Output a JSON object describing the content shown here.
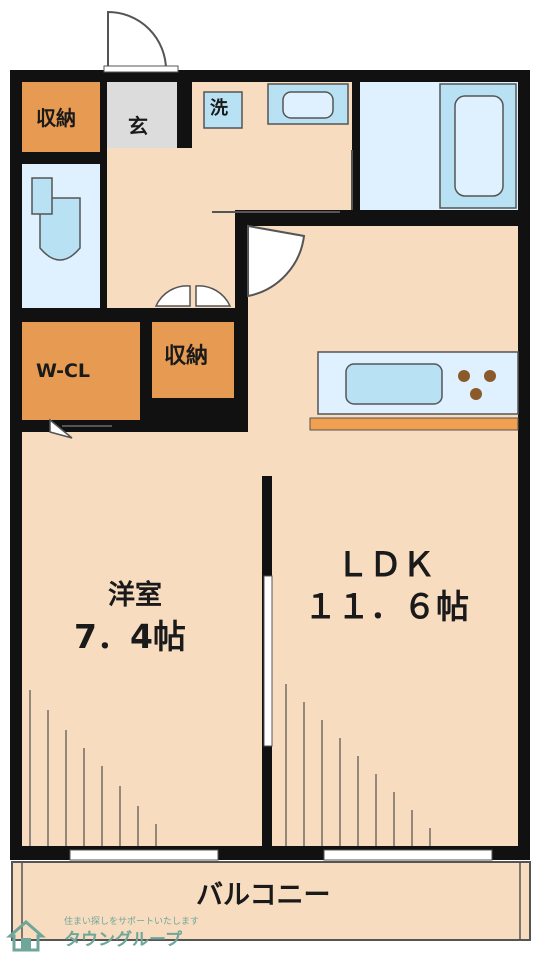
{
  "rooms": {
    "western": {
      "name": "洋室",
      "size": "7．4帖"
    },
    "ldk": {
      "name": "ＬＤＫ",
      "size": "１１．６帖"
    },
    "balcony": {
      "name": "バルコニー"
    },
    "entrance": {
      "name": "玄"
    },
    "storage_top": {
      "name": "収納"
    },
    "storage_mid": {
      "name": "収納"
    },
    "walk_in_closet": {
      "name": "W-CL"
    },
    "washroom": {
      "name": "洗"
    }
  },
  "watermark": {
    "tagline": "住まい探しをサポートいたします",
    "company": "タウングループ"
  },
  "colors": {
    "floor": "#f7dcc0",
    "storage": "#e69a52",
    "wet_area": "#dff0ff",
    "fixture_blue": "#b8e2f3",
    "wall": "#111111",
    "entrance_floor": "#dcdcdc",
    "counter": "#f0a050",
    "watermark": "#6fa69a"
  }
}
